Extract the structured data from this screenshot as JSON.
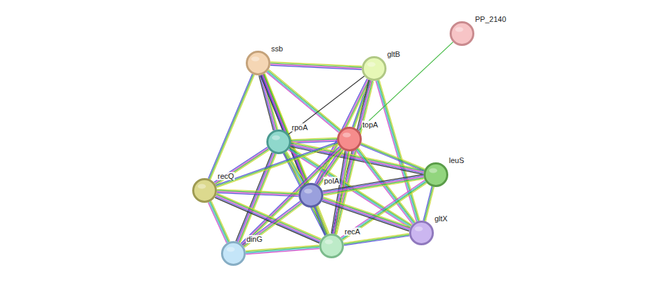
{
  "diagram": {
    "nodes": [
      {
        "text": [
          "PP_2140"
        ]
      },
      {
        "text": [
          "ssb"
        ]
      },
      {
        "text": [
          "gltB"
        ]
      },
      {
        "text": [
          "rpoA"
        ]
      },
      {
        "text": [
          "topA"
        ]
      },
      {
        "text": [
          "leuS"
        ]
      },
      {
        "text": [
          "recQ"
        ]
      },
      {
        "text": [
          "polA"
        ]
      },
      {
        "text": [
          "gltX"
        ]
      },
      {
        "text": [
          "recA"
        ]
      },
      {
        "text": [
          "dinG"
        ]
      }
    ],
    "edges": [
      {
        "from": 1,
        "to": 2,
        "arrow": "none"
      },
      {
        "from": 1,
        "to": 3,
        "arrow": "none"
      },
      {
        "from": 1,
        "to": 4,
        "arrow": "none"
      },
      {
        "from": 1,
        "to": 6,
        "arrow": "none"
      },
      {
        "from": 1,
        "to": 7,
        "arrow": "none"
      },
      {
        "from": 1,
        "to": 9,
        "arrow": "none"
      },
      {
        "from": 2,
        "to": 3,
        "arrow": "none"
      },
      {
        "from": 2,
        "to": 4,
        "arrow": "none"
      },
      {
        "from": 2,
        "to": 7,
        "arrow": "none"
      },
      {
        "from": 2,
        "to": 9,
        "arrow": "none"
      },
      {
        "from": 2,
        "to": 8,
        "arrow": "none"
      },
      {
        "from": 4,
        "to": 0,
        "arrow": "none"
      },
      {
        "from": 3,
        "to": 4,
        "arrow": "none"
      },
      {
        "from": 3,
        "to": 5,
        "arrow": "none"
      },
      {
        "from": 3,
        "to": 7,
        "arrow": "none"
      },
      {
        "from": 3,
        "to": 9,
        "arrow": "none"
      },
      {
        "from": 3,
        "to": 6,
        "arrow": "none"
      },
      {
        "from": 3,
        "to": 10,
        "arrow": "none"
      },
      {
        "from": 3,
        "to": 8,
        "arrow": "none"
      },
      {
        "from": 4,
        "to": 5,
        "arrow": "none"
      },
      {
        "from": 4,
        "to": 7,
        "arrow": "none"
      },
      {
        "from": 4,
        "to": 9,
        "arrow": "none"
      },
      {
        "from": 4,
        "to": 8,
        "arrow": "none"
      },
      {
        "from": 4,
        "to": 6,
        "arrow": "none"
      },
      {
        "from": 4,
        "to": 10,
        "arrow": "none"
      },
      {
        "from": 5,
        "to": 7,
        "arrow": "none"
      },
      {
        "from": 5,
        "to": 9,
        "arrow": "none"
      },
      {
        "from": 5,
        "to": 8,
        "arrow": "none"
      },
      {
        "from": 6,
        "to": 7,
        "arrow": "none"
      },
      {
        "from": 6,
        "to": 9,
        "arrow": "none"
      },
      {
        "from": 6,
        "to": 10,
        "arrow": "none"
      },
      {
        "from": 7,
        "to": 9,
        "arrow": "none"
      },
      {
        "from": 7,
        "to": 10,
        "arrow": "none"
      },
      {
        "from": 7,
        "to": 8,
        "arrow": "none"
      },
      {
        "from": 10,
        "to": 9,
        "arrow": "none"
      },
      {
        "from": 9,
        "to": 8,
        "arrow": "none"
      }
    ]
  }
}
